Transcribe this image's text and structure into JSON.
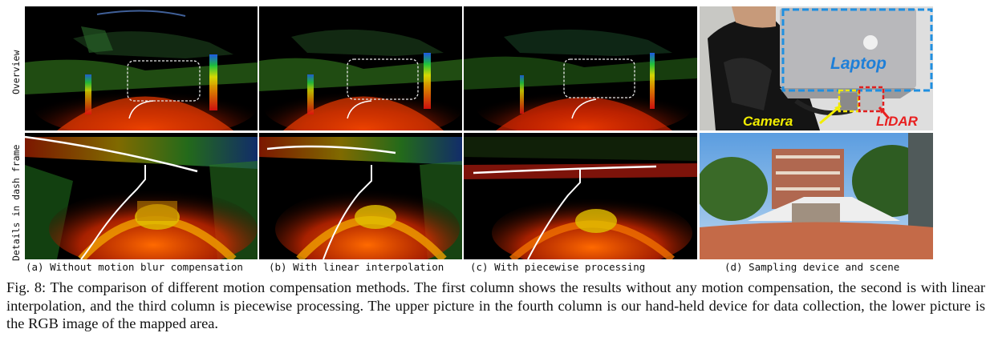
{
  "row_labels": {
    "top": "Overview",
    "bottom": "Details in dash frame"
  },
  "subcaptions": {
    "a": "(a) Without motion blur compensation",
    "b": "(b) With linear interpolation",
    "c": "(c) With piecewise processing",
    "d": "(d) Sampling device and scene"
  },
  "device_labels": {
    "laptop": "Laptop",
    "camera": "Camera",
    "lidar": "LiDAR"
  },
  "colors": {
    "laptop_box": "#1f8fe0",
    "camera_box": "#f2e600",
    "lidar_box": "#e02020",
    "lidar_text": "#e82020",
    "camera_text": "#f2ee00",
    "laptop_text": "#1e7fd8",
    "dash_frame": "#e8e8e8"
  },
  "caption": {
    "label": "Fig. 8:",
    "text": "The comparison of different motion compensation methods. The first column shows the results without any motion compensation, the second is with linear interpolation, and the third column is piecewise processing. The upper picture in the fourth column is our hand-held device for data collection, the lower picture is the RGB image of the mapped area."
  }
}
